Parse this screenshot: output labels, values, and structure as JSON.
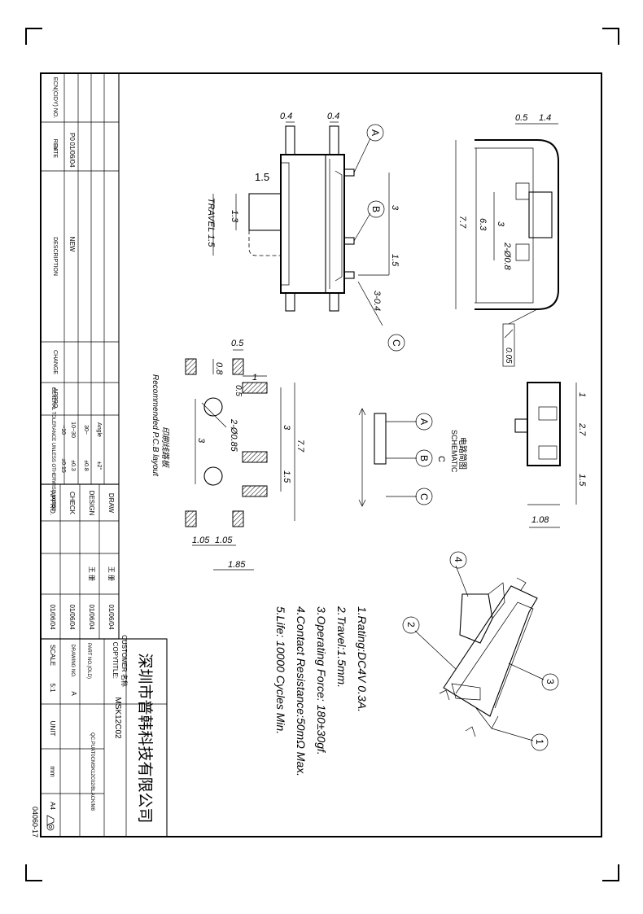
{
  "title_block": {
    "company": "深圳市普韩科技有限公司",
    "customer_label": "CUSTOMER 名称",
    "copy_label": "COPY",
    "title_label": "TITLE:",
    "model": "MSK12C02",
    "part_no_label": "PART NO.(OLD)",
    "part_no_value": "QC.PUAT0CMSK12C02/BLACK/M8",
    "drawing_no_label": "DRAWING NO.",
    "drawing_no_value": "A",
    "scale_label": "SCALE",
    "scale_value": "5:1",
    "unit_label": "UNIT",
    "unit_value": "mm",
    "paper_value": "A4",
    "doc_code": "04060-17"
  },
  "revision_block": {
    "headers": {
      "ecn": "ECN(CIDY) NO.",
      "rev": "REV",
      "date": "DATE",
      "description": "DESCRIPTION",
      "change": "CHANGE",
      "appro": "APPRO."
    },
    "rows": [
      {
        "rev": "P0",
        "date": "01/06/04",
        "description": "NEW"
      }
    ]
  },
  "tolerance_block": {
    "label": "GENERAL TOLERANCE UNLESS OTHERWISE NOTED",
    "angle_label": "Angle",
    "angle_value": "±2°",
    "rows": [
      {
        "range": "30~",
        "tol": "±0.8"
      },
      {
        "range": "10~30",
        "tol": "±0.3"
      },
      {
        "range": "~10",
        "tol": "±0.15"
      }
    ]
  },
  "approvals": [
    {
      "role": "DRAW",
      "name": "王 册",
      "date": "01/06/04"
    },
    {
      "role": "DESIGN",
      "name": "王 册",
      "date": "01/06/04"
    },
    {
      "role": "CHECK",
      "name": "",
      "date": "01/06/04"
    },
    {
      "role": "APPRO.",
      "name": "",
      "date": "01/06/04"
    }
  ],
  "side_view": {
    "dims": {
      "pin_w_left": "0.4",
      "pin_w_right": "0.4",
      "act_w": "1.5",
      "act_h": "1.3",
      "travel": "TRAVEL 1.5",
      "pitch": "3",
      "pad_gap": "1.5",
      "lead": "3-0.4"
    },
    "labels": [
      "A",
      "B",
      "C"
    ]
  },
  "top_view": {
    "dims": {
      "top_a": "0.5",
      "top_b": "1.4",
      "len": "7.7",
      "inner": "6.3",
      "pitch": "3",
      "hole": "2-Ø0.8"
    },
    "flatness": "0.05"
  },
  "end_view": {
    "dims": {
      "top": "1",
      "mid": "2.7",
      "bot": "1.5",
      "base": "1.08"
    }
  },
  "pcb_layout": {
    "title_cn": "印刷线路板",
    "title_en": "Recommended P.C.B layout",
    "dims": {
      "pad_w": "0.5",
      "pad_h": "0.8",
      "pad_top": "1",
      "gap": "0.5",
      "hole": "2-Ø0.85",
      "pitch_v": "3",
      "pitch_h": "3",
      "total": "7.7",
      "row_gap": "1.5",
      "left_a": "1.05",
      "left_b": "1.05",
      "base": "1.85"
    }
  },
  "schematic": {
    "title_cn": "电路简图",
    "title_en": "SCHEMATIC",
    "center_label": "C",
    "terminals": [
      "A",
      "B",
      "C"
    ]
  },
  "iso_view": {
    "balloons": [
      "1",
      "2",
      "3",
      "4"
    ]
  },
  "specs": [
    "1.Rating:DC4V 0.3A.",
    "2.Travel:1.5mm.",
    "3.Operating Force: 180±30gf.",
    "4.Contact Resistance:50mΩ Max.",
    "5.Life: 10000 Cycles Min."
  ]
}
